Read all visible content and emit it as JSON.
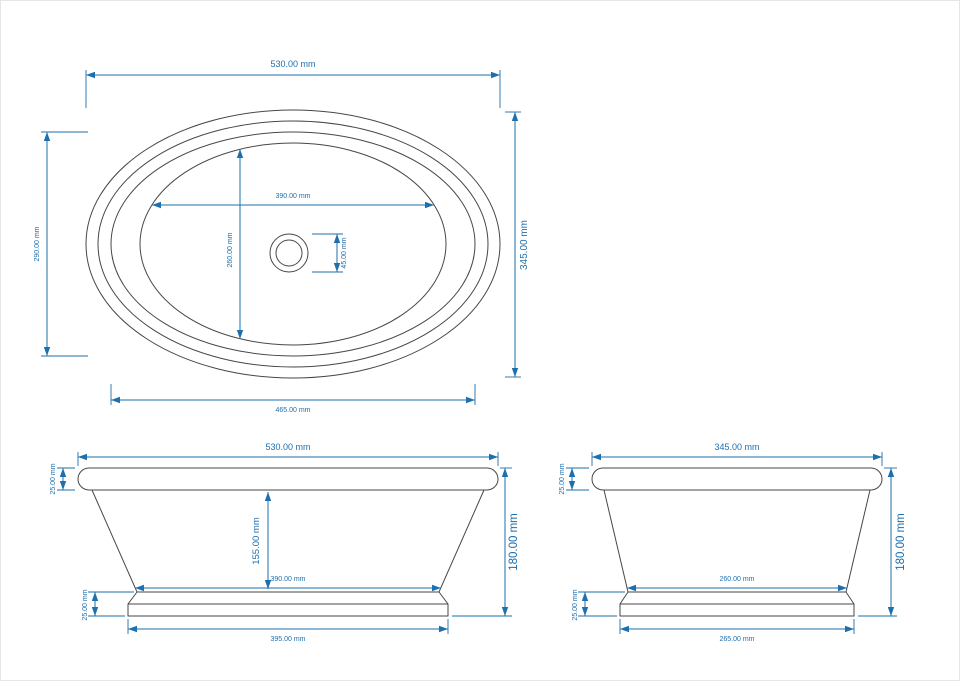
{
  "views": {
    "top": {
      "overall_width": "530.00 mm",
      "overall_depth": "345.00 mm",
      "rim_inner_depth": "290.00 mm",
      "rim_inner_width": "465.00 mm",
      "basin_width": "390.00 mm",
      "basin_depth": "260.00 mm",
      "drain_diameter": "45.00 mm"
    },
    "front": {
      "overall_width": "530.00 mm",
      "overall_height": "180.00 mm",
      "rim_height": "25.00 mm",
      "wall_height": "155.00 mm",
      "body_bottom_width": "390.00 mm",
      "base_height": "25.00 mm",
      "base_width": "395.00 mm"
    },
    "side": {
      "overall_width": "345.00 mm",
      "overall_height": "180.00 mm",
      "rim_height": "25.00 mm",
      "body_bottom_width": "260.00 mm",
      "base_height": "25.00 mm",
      "base_width": "265.00 mm"
    }
  },
  "colors": {
    "dimension": "#1e6fad",
    "outline": "#474747",
    "background": "#ffffff"
  }
}
